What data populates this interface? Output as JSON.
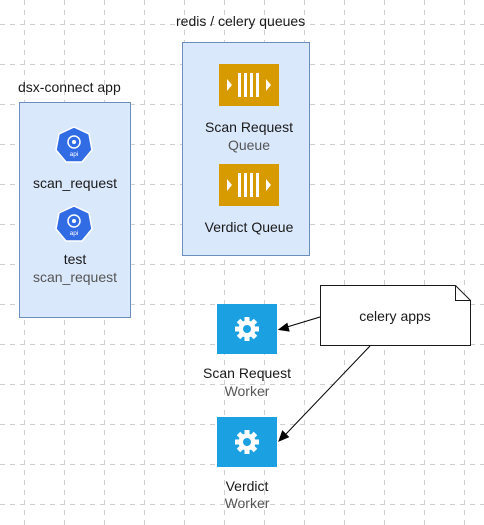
{
  "containers": {
    "app": {
      "title": "dsx-connect app"
    },
    "queues": {
      "title": "redis / celery queues"
    }
  },
  "app_nodes": [
    {
      "label": "scan_request",
      "sublabel": ""
    },
    {
      "label": "test",
      "sublabel": "scan_request"
    }
  ],
  "api_icon_text": "api",
  "queue_nodes": [
    {
      "label": "Scan Request",
      "sublabel": "Queue"
    },
    {
      "label": "Verdict Queue",
      "sublabel": ""
    }
  ],
  "worker_nodes": [
    {
      "label": "Scan Request",
      "sublabel": "Worker"
    },
    {
      "label": "Verdict",
      "sublabel": "Worker"
    }
  ],
  "note": {
    "label": "celery apps"
  },
  "colors": {
    "container_fill": "#dae8fc",
    "container_stroke": "#6c8ebf",
    "queue_fill": "#d79b00",
    "worker_fill": "#1ba1e2",
    "api_fill": "#326ce5"
  }
}
